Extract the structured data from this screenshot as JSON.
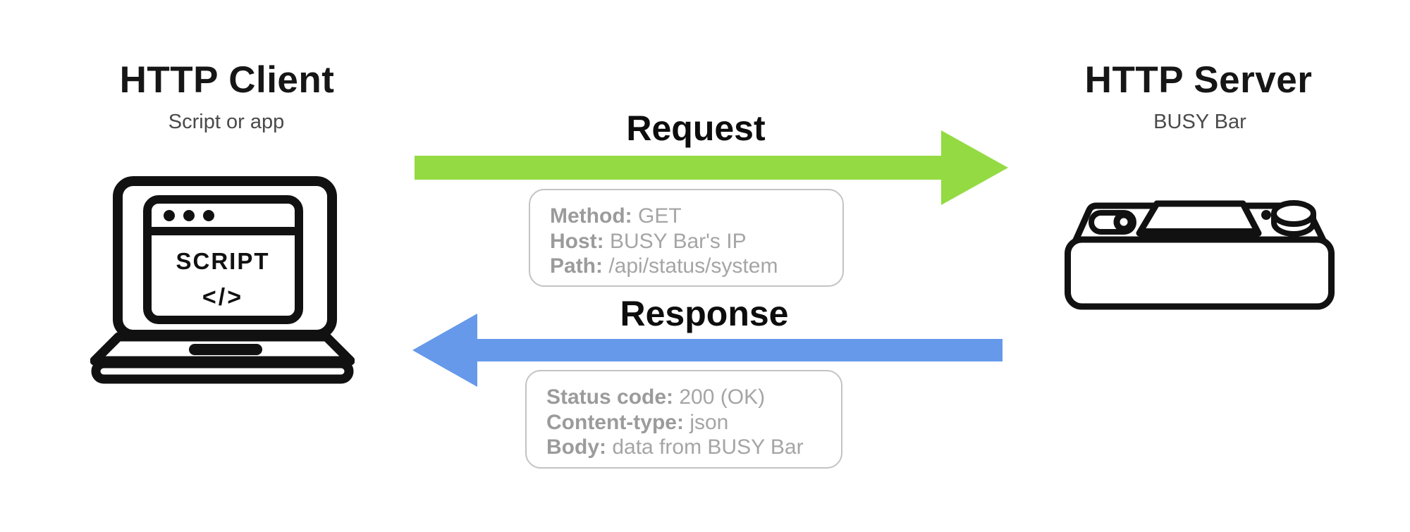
{
  "client": {
    "title": "HTTP Client",
    "subtitle": "Script or app",
    "laptop_screen_text": "SCRIPT",
    "laptop_code_symbol": "</>"
  },
  "server": {
    "title": "HTTP Server",
    "subtitle": "BUSY Bar"
  },
  "request": {
    "label": "Request",
    "arrow_color": "#94db43",
    "arrow_direction": "right",
    "fields": [
      {
        "label": "Method:",
        "value": "GET"
      },
      {
        "label": "Host:",
        "value": "BUSY Bar's IP"
      },
      {
        "label": "Path:",
        "value": "/api/status/system"
      }
    ]
  },
  "response": {
    "label": "Response",
    "arrow_color": "#6699ea",
    "arrow_direction": "left",
    "fields": [
      {
        "label": "Status code:",
        "value": "200 (OK)"
      },
      {
        "label": "Content-type:",
        "value": "json"
      },
      {
        "label": "Body:",
        "value": "data from BUSY Bar"
      }
    ]
  },
  "colors": {
    "request_arrow": "#94db43",
    "response_arrow": "#6699ea",
    "box_border": "#c3c3c3",
    "box_text": "#a5a5a5",
    "icon_stroke": "#111111"
  }
}
